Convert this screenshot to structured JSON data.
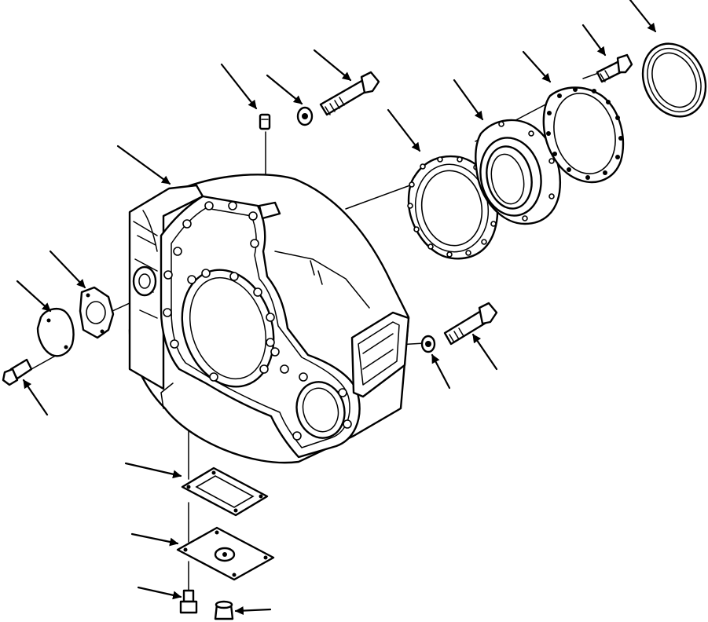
{
  "figure": {
    "type": "exploded-parts-diagram",
    "subject": "flywheel-housing",
    "labels": [],
    "icons": [
      "callout-arrow"
    ]
  },
  "parts": [
    {
      "id": "flywheel-housing"
    },
    {
      "id": "housing-oil-seal"
    },
    {
      "id": "seal-retainer"
    },
    {
      "id": "retainer-gasket"
    },
    {
      "id": "retainer-plate-gasket"
    },
    {
      "id": "retainer-cap-screw"
    },
    {
      "id": "upper-cap-screw"
    },
    {
      "id": "upper-washer"
    },
    {
      "id": "dowel-pin"
    },
    {
      "id": "lower-cap-screw"
    },
    {
      "id": "lower-washer"
    },
    {
      "id": "access-cover"
    },
    {
      "id": "access-cover-gasket"
    },
    {
      "id": "side-cap-screw"
    },
    {
      "id": "inspection-gasket"
    },
    {
      "id": "inspection-cover"
    },
    {
      "id": "inspection-cap-screw"
    },
    {
      "id": "drain-plug"
    }
  ],
  "callout_count": 18
}
